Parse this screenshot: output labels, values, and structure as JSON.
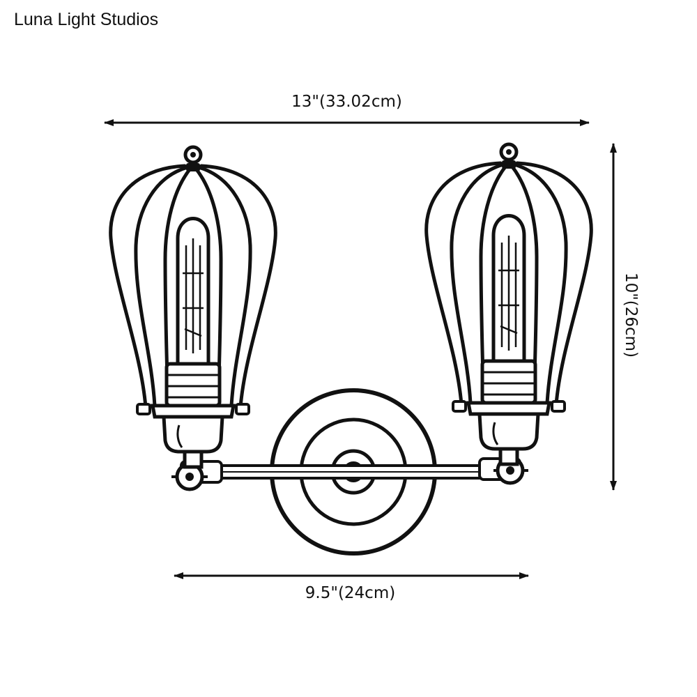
{
  "brand": {
    "name": "Luna Light Studios"
  },
  "dimensions": {
    "width": "13\"(33.02cm)",
    "height": "10\"(26cm)",
    "backplate": "9.5\"(24cm)"
  },
  "colors": {
    "line": "#111111",
    "background": "#ffffff"
  }
}
